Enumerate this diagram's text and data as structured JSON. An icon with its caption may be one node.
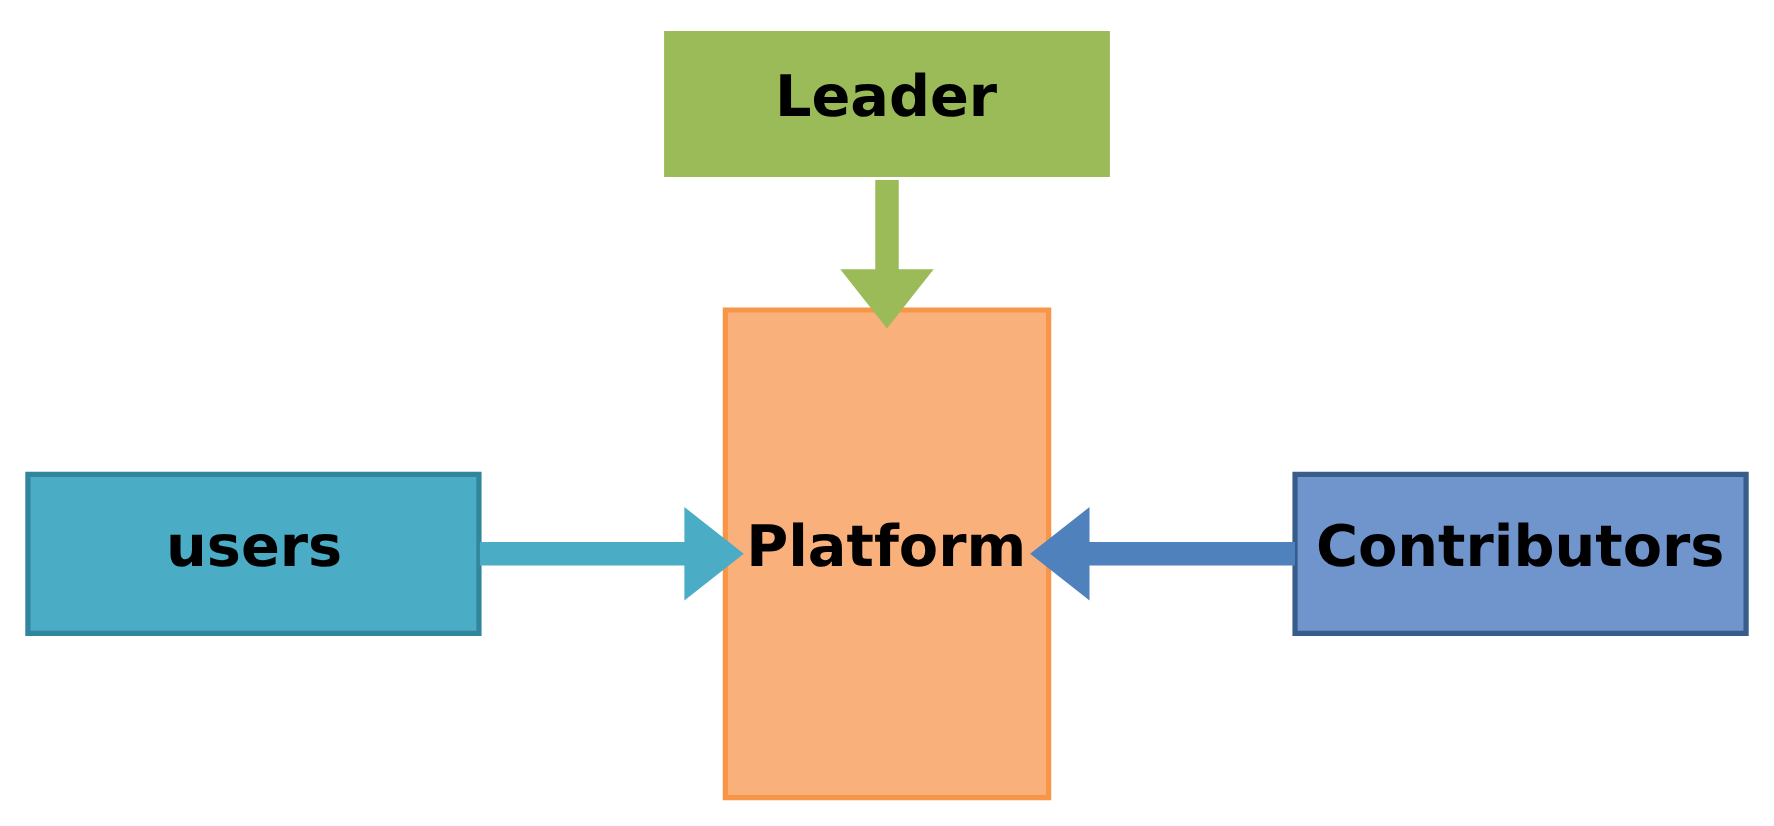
{
  "diagram": {
    "nodes": [
      {
        "text": [
          "Leader"
        ]
      },
      {
        "text": [
          "users"
        ]
      },
      {
        "text": [
          "Platform"
        ]
      },
      {
        "text": [
          "Contributors"
        ]
      }
    ],
    "edges": [
      {
        "from": 0,
        "to": 2,
        "arrow": "to",
        "color": "#9bbb59"
      },
      {
        "from": 1,
        "to": 2,
        "arrow": "to",
        "color": "#4bacc6"
      },
      {
        "from": 3,
        "to": 2,
        "arrow": "to",
        "color": "#4f81bd"
      }
    ]
  }
}
